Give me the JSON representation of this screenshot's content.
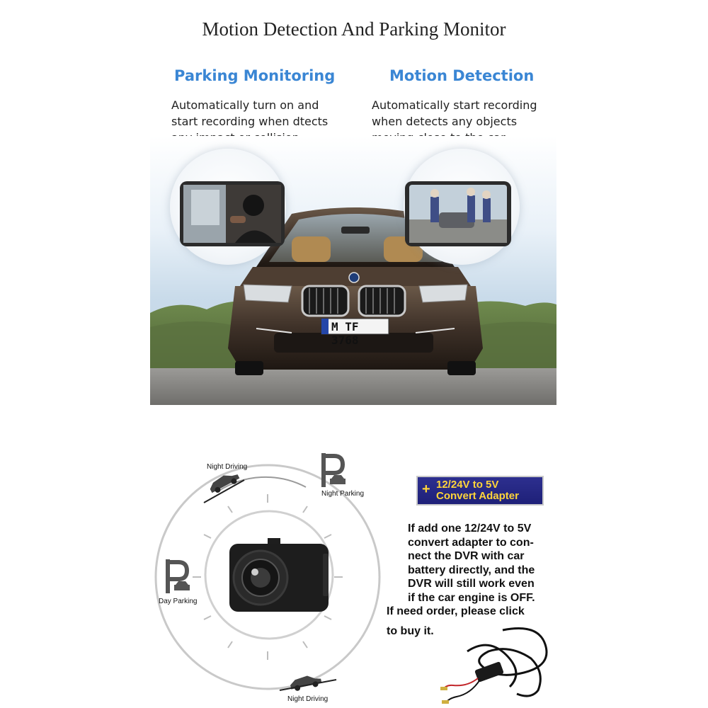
{
  "title": "Motion Detection And Parking Monitor",
  "left_column": {
    "heading": "Parking Monitoring",
    "lines": [
      "Automatically turn on and",
      "start recording when dtects",
      "any impact or collision."
    ]
  },
  "right_column": {
    "heading": "Motion Detection",
    "lines": [
      "Automatically start recording",
      "when detects any objects",
      "moving close to the car."
    ]
  },
  "car": {
    "license_plate": "M TF 3768"
  },
  "modes": {
    "night_driving_top": "Night Driving",
    "night_parking": "Night Parking",
    "day_parking": "Day Parking",
    "night_driving_bottom": "Night Driving"
  },
  "adapter": {
    "plus": "+",
    "line1": "12/24V to 5V",
    "line2": "Convert Adapter"
  },
  "description": {
    "lines": [
      "If add one 12/24V to 5V",
      "convert adapter to con-",
      "nect the DVR with car",
      "battery directly, and the",
      "DVR will still work even",
      "if the car engine is OFF."
    ],
    "order_line1": "If need order, please click",
    "order_line2": "to buy it."
  },
  "colors": {
    "heading_blue": "#3a86d4",
    "adapter_bg": "#2d2f8f",
    "adapter_text": "#ffd53a"
  },
  "icons": [
    "parking-sign-icon",
    "car-icon",
    "dashcam-icon",
    "cable-adapter-icon"
  ]
}
